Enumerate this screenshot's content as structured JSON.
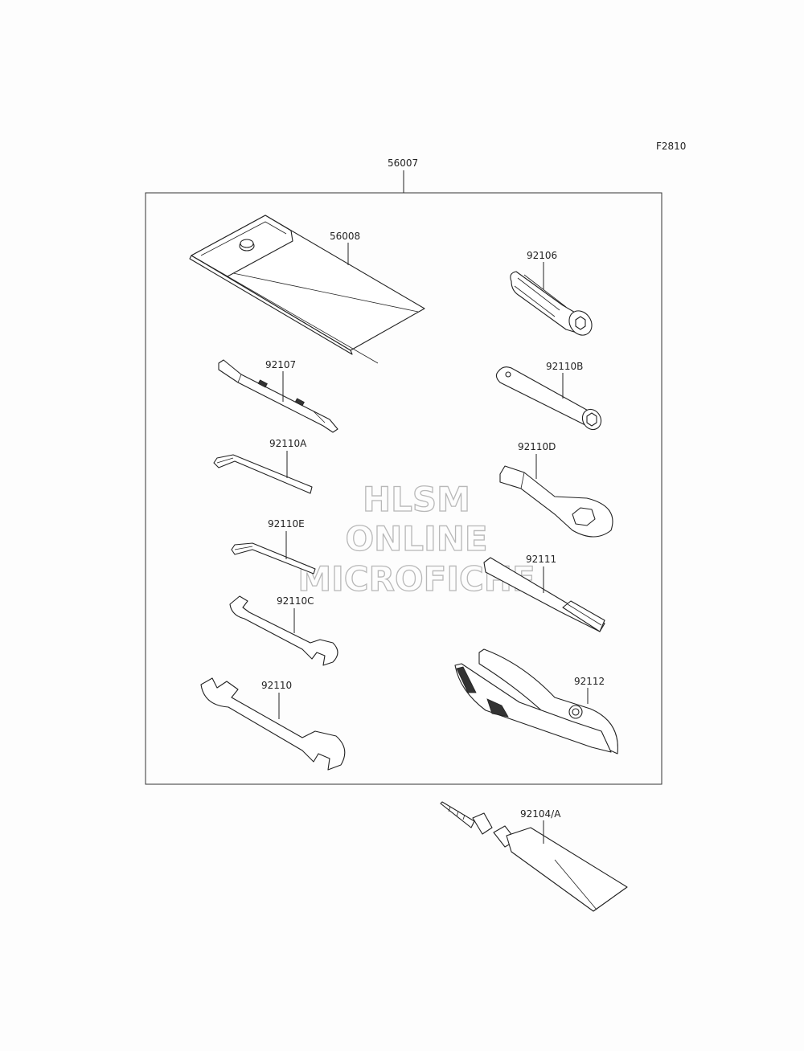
{
  "figure_code": "F2810",
  "assembly": {
    "part_no": "56007"
  },
  "parts": [
    {
      "id": "case",
      "part_no": "56008"
    },
    {
      "id": "socket",
      "part_no": "92106"
    },
    {
      "id": "screwdriver",
      "part_no": "92107"
    },
    {
      "id": "box-wrench",
      "part_no": "92110B"
    },
    {
      "id": "hex-key-a",
      "part_no": "92110A"
    },
    {
      "id": "ring-wrench",
      "part_no": "92110D"
    },
    {
      "id": "hex-key-e",
      "part_no": "92110E"
    },
    {
      "id": "handle",
      "part_no": "92111"
    },
    {
      "id": "open-wrench-small",
      "part_no": "92110C"
    },
    {
      "id": "pliers",
      "part_no": "92112"
    },
    {
      "id": "open-wrench-large",
      "part_no": "92110"
    },
    {
      "id": "grease-tube",
      "part_no": "92104/A"
    }
  ],
  "watermark": {
    "line1": "HLSM",
    "line2": "ONLINE",
    "line3": "MICROFICHE"
  }
}
